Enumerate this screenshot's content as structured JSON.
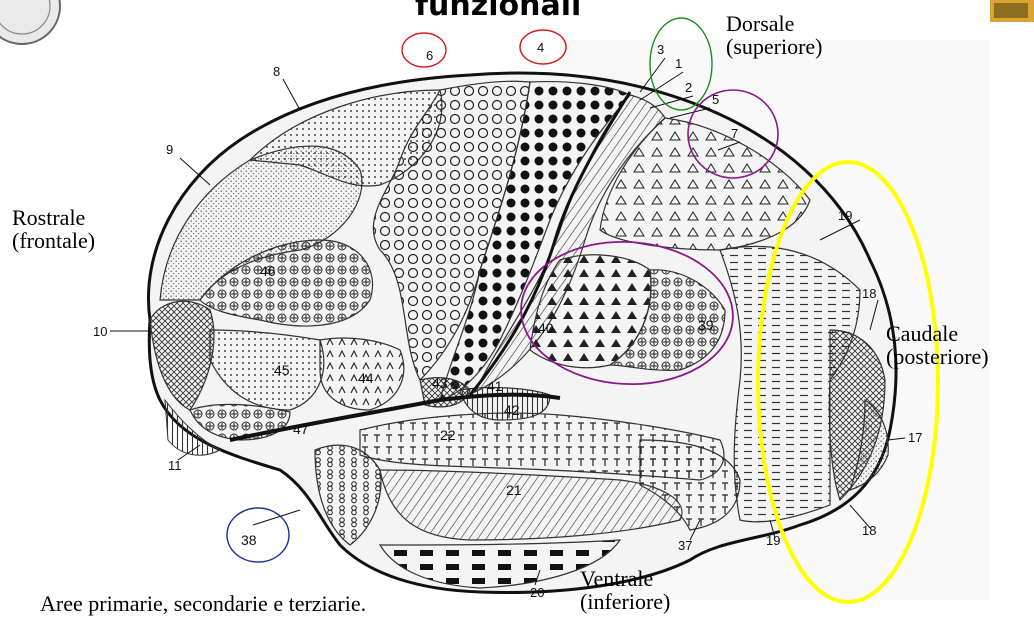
{
  "title": "funzionali",
  "caption": "Aree primarie, secondarie e terziarie.",
  "orientation": {
    "dorsal": [
      "Dorsale",
      "(superiore)"
    ],
    "rostral": [
      "Rostrale",
      "(frontale)"
    ],
    "caudal": [
      "Caudale",
      "(posteriore)"
    ],
    "ventral": [
      "Ventrale",
      "(inferiore)"
    ]
  },
  "areas": {
    "a1": "1",
    "a2": "2",
    "a3": "3",
    "a4": "4",
    "a5": "5",
    "a6": "6",
    "a7": "7",
    "a8": "8",
    "a9": "9",
    "a10": "10",
    "a11": "11",
    "a17": "17",
    "a18a": "18",
    "a18b": "18",
    "a19a": "19",
    "a19b": "19",
    "a20": "20",
    "a21": "21",
    "a22": "22",
    "a37": "37",
    "a38": "38",
    "a39": "39",
    "a40": "40",
    "a41": "41",
    "a42": "42",
    "a43": "43",
    "a44": "44",
    "a45": "45",
    "a46": "46",
    "a47": "47"
  },
  "highlight_colors": {
    "red": "#d81b1b",
    "green": "#1e8c1e",
    "purple": "#8a1a8a",
    "yellow": "#ffff00",
    "blue": "#1b2f9c"
  },
  "icons": [
    "university-seal-logo",
    "institution-logo"
  ]
}
